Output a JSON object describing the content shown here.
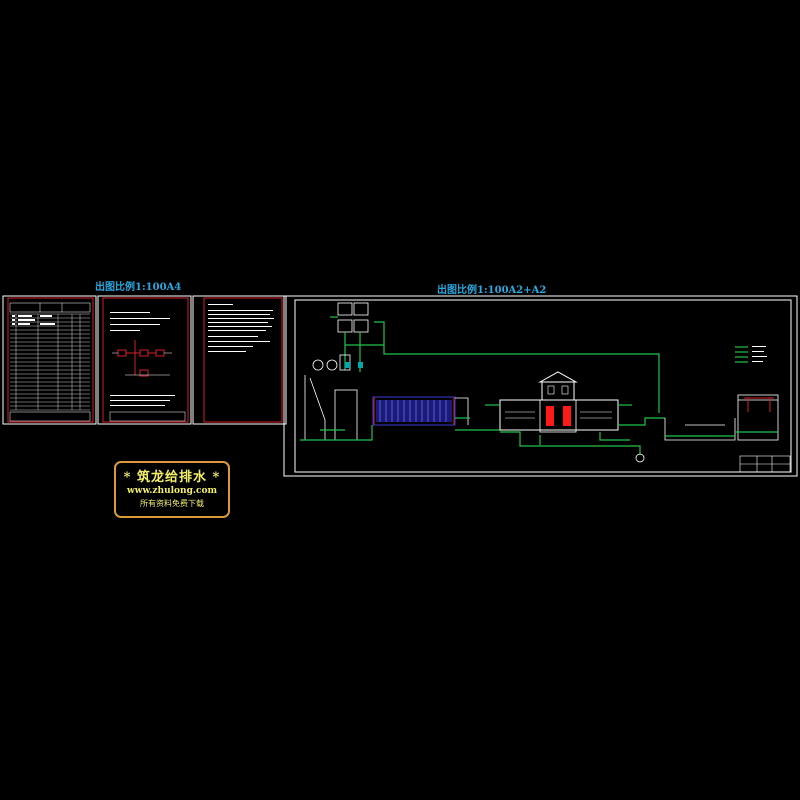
{
  "sheet_labels": {
    "left": "出图比例1:100A4",
    "right": "出图比例1:100A2+A2"
  },
  "watermark": {
    "brand": "* 筑龙给排水 *",
    "url": "www.zhulong.com",
    "tagline": "所有资料免费下载"
  },
  "colors": {
    "background": "#000000",
    "frame": "#ffffff",
    "sheet_border": "#d4202a",
    "pipe": "#22c24a",
    "label": "#29a9e0",
    "equipment": "#3a3ad8",
    "highlight": "#ff1a1a",
    "watermark": "#f2ef6a",
    "watermark_border": "#d99a3a"
  }
}
